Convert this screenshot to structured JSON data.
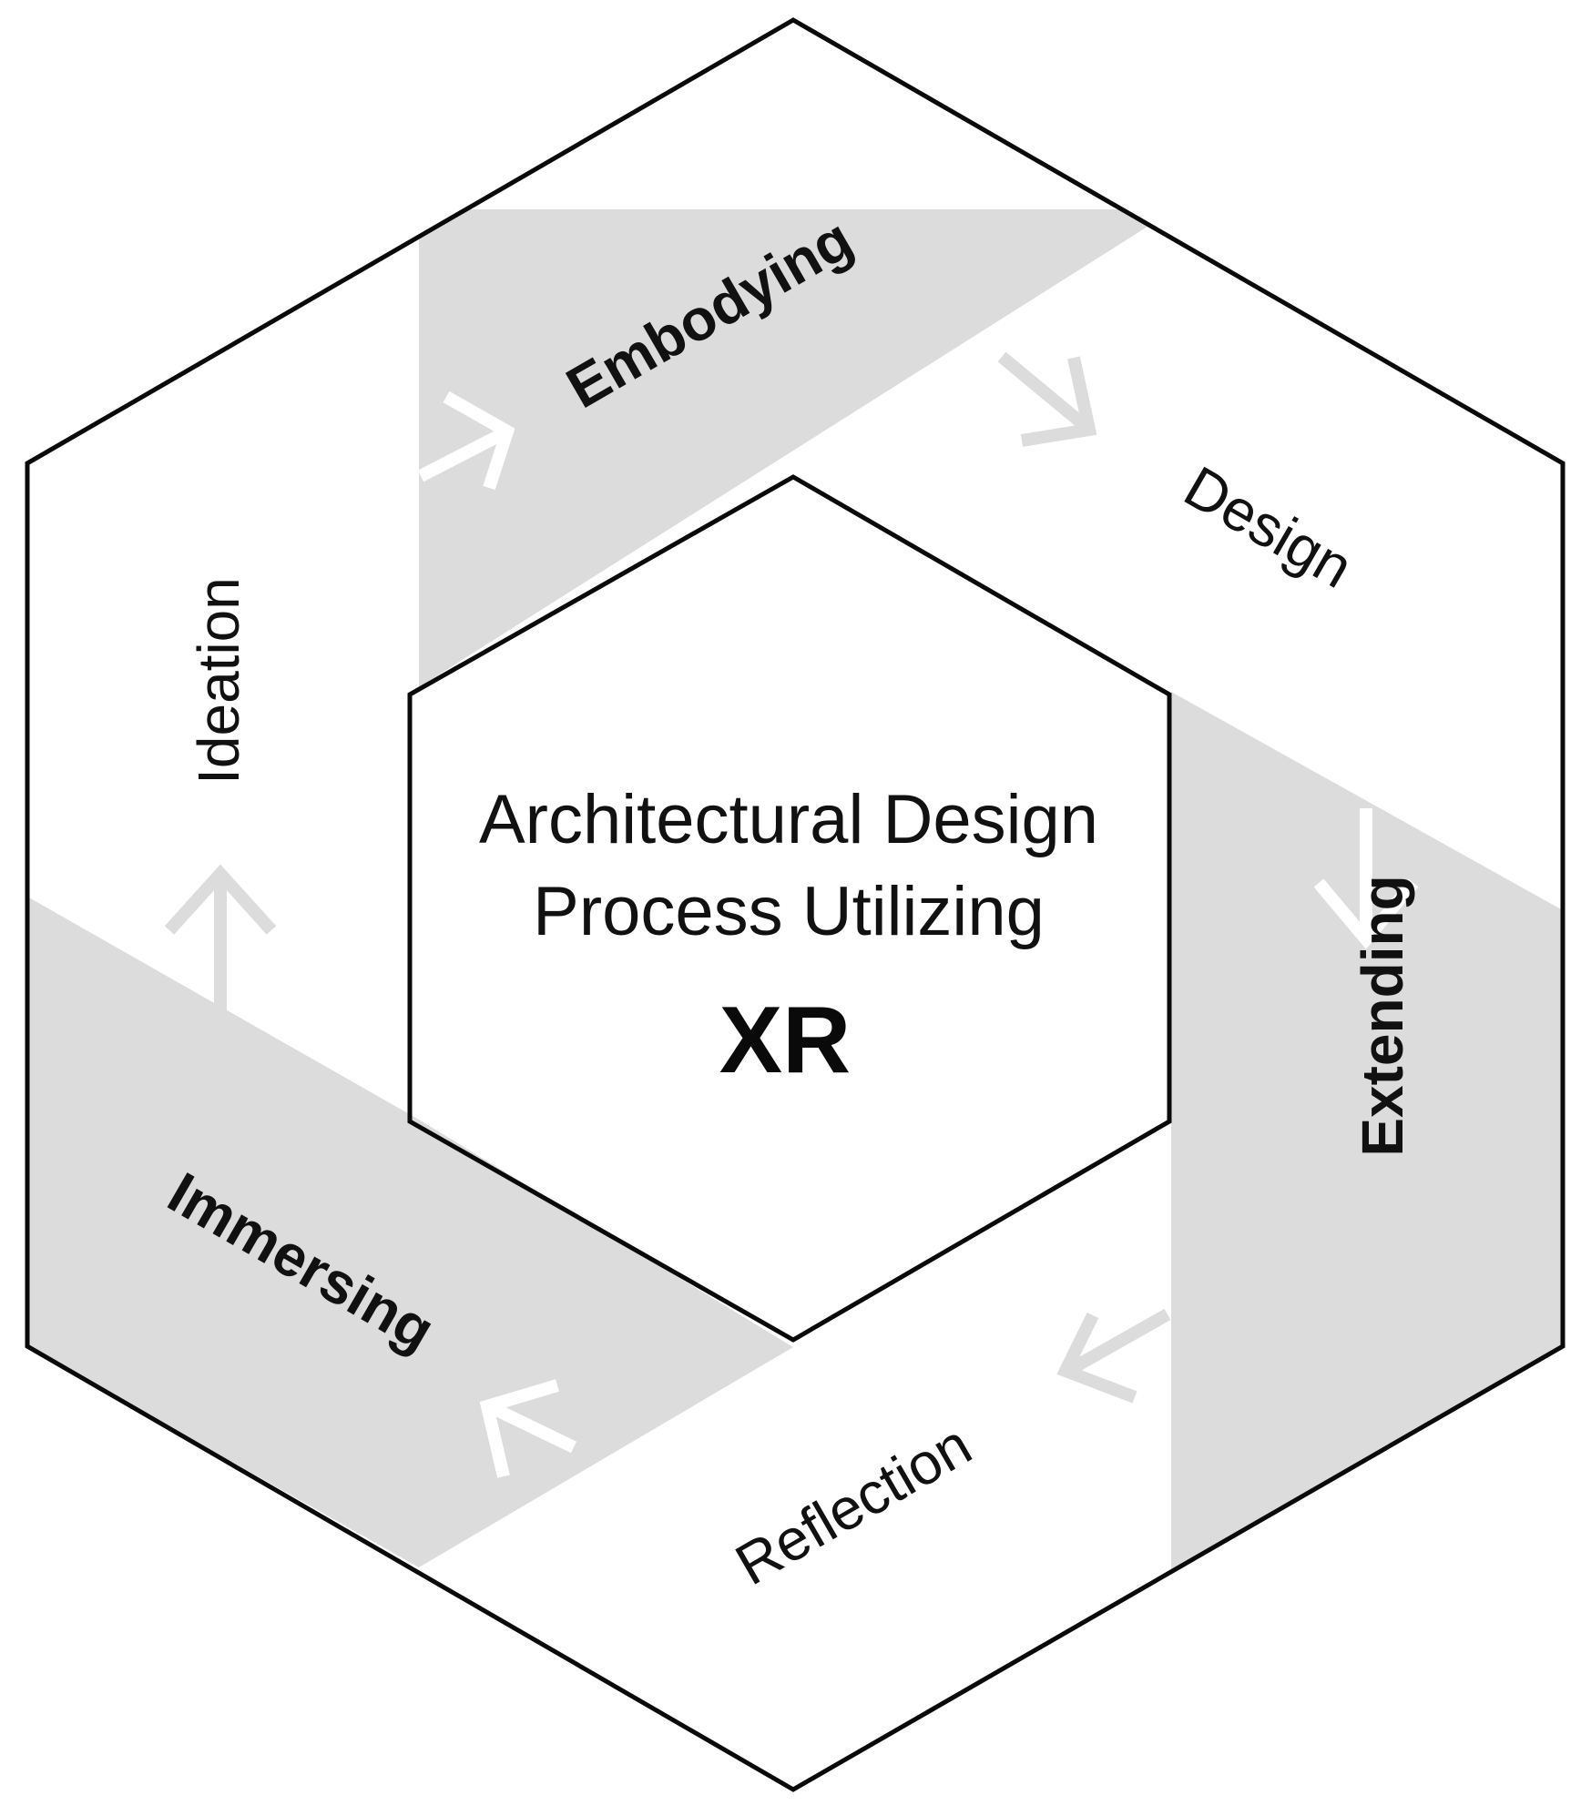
{
  "diagram": {
    "center": {
      "line1": "Architectural Design",
      "line2": "Process Utilizing",
      "highlight": "XR"
    },
    "segments": [
      {
        "id": "embodying",
        "label": "Embodying",
        "emphasis": "bold",
        "shaded": true
      },
      {
        "id": "design",
        "label": "Design",
        "emphasis": "regular",
        "shaded": false
      },
      {
        "id": "extending",
        "label": "Extending",
        "emphasis": "bold",
        "shaded": true
      },
      {
        "id": "reflection",
        "label": "Reflection",
        "emphasis": "regular",
        "shaded": false
      },
      {
        "id": "immersing",
        "label": "Immersing",
        "emphasis": "bold",
        "shaded": true
      },
      {
        "id": "ideation",
        "label": "Ideation",
        "emphasis": "regular",
        "shaded": false
      }
    ],
    "flow_direction": "clockwise",
    "colors": {
      "outline": "#0a0a0a",
      "shaded_band": "#dcdcdc",
      "arrow_on_shaded": "#ffffff",
      "arrow_on_white": "#dcdcdc",
      "background": "#ffffff"
    }
  }
}
